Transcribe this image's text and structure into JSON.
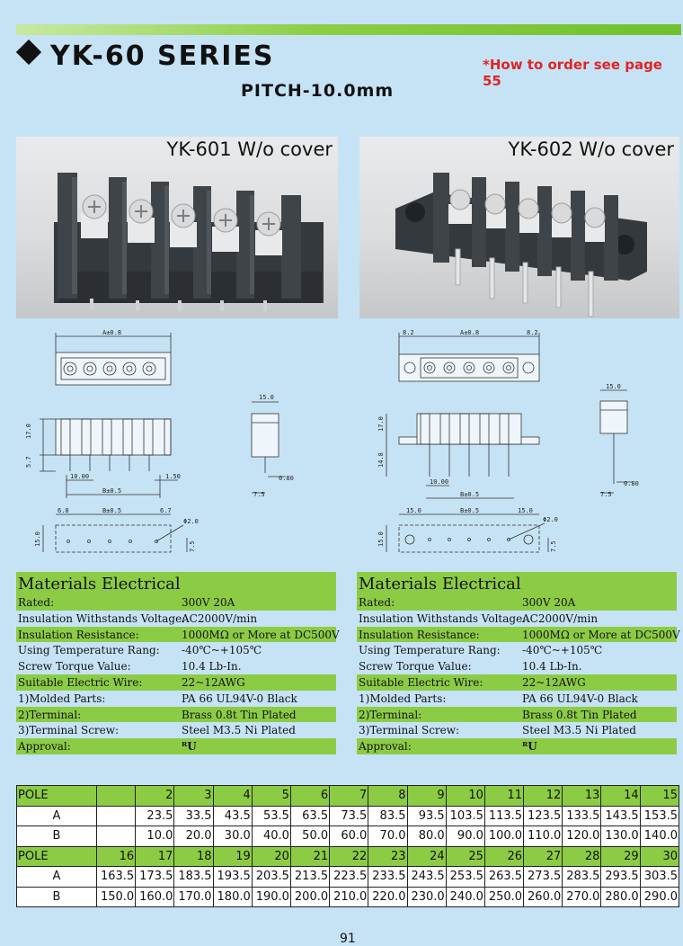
{
  "header": {
    "series_title": "YK-60 SERIES",
    "order_note": "*How to order see page 55",
    "pitch": "PITCH-10.0mm"
  },
  "photos": [
    {
      "title": "YK-601 W/o cover"
    },
    {
      "title": "YK-602 W/o cover"
    }
  ],
  "drawings": {
    "left": {
      "dim_a": "A±0.8",
      "dim_b": "B±0.5",
      "dim_h1": "17.0",
      "dim_h2": "5.7",
      "dim_pitch": "10.00",
      "dim_pin": "1.50",
      "dim_side_w": "15.0",
      "dim_side_t": "0.80",
      "dim_side_p": "7.5",
      "dim_pcb_1": "6.8",
      "dim_pcb_2": "6.7",
      "dim_pcb_h": "15.0",
      "dim_pcb_v": "7.5",
      "dim_hole": "Φ2.0"
    },
    "right": {
      "dim_a": "A±0.8",
      "dim_b": "B±0.5",
      "dim_e1": "8.2",
      "dim_e2": "8.2",
      "dim_h1": "17.0",
      "dim_h2": "14.8",
      "dim_pitch": "10.00",
      "dim_side_w": "15.0",
      "dim_side_t": "0.80",
      "dim_side_p": "7.5",
      "dim_pcb_1": "15.0",
      "dim_pcb_2": "15.0",
      "dim_pcb_h": "15.0",
      "dim_pcb_v": "7.5",
      "dim_hole": "Φ2.0"
    }
  },
  "materials": {
    "heading": "Materials Electrical",
    "rows": [
      {
        "label": "Rated:",
        "value": "300V  20A"
      },
      {
        "label": "Insulation Withstands Voltage:",
        "value": "AC2000V/min"
      },
      {
        "label": "Insulation Resistance:",
        "value": "1000MΩ  or More at DC500V"
      },
      {
        "label": "Using Temperature Rang:",
        "value": "-40℃~+105℃"
      },
      {
        "label": " Screw Torque Value:",
        "value": "10.4 Lb-In."
      },
      {
        "label": "Suitable Electric Wire:",
        "value": "22~12AWG"
      },
      {
        "label": "   1)Molded Parts:",
        "value": "PA 66 UL94V-0 Black"
      },
      {
        "label": "   2)Terminal:",
        "value": "Brass 0.8t Tin Plated"
      },
      {
        "label": "   3)Terminal Screw:",
        "value": "Steel M3.5 Ni Plated"
      },
      {
        "label": "Approval:",
        "value": "ᴿU"
      }
    ]
  },
  "dimension_table": {
    "row_labels": {
      "pole": "POLE",
      "a": "A",
      "b": "B"
    },
    "part1": {
      "poles": [
        "",
        "2",
        "3",
        "4",
        "5",
        "6",
        "7",
        "8",
        "9",
        "10",
        "11",
        "12",
        "13",
        "14",
        "15"
      ],
      "a": [
        "",
        "23.5",
        "33.5",
        "43.5",
        "53.5",
        "63.5",
        "73.5",
        "83.5",
        "93.5",
        "103.5",
        "113.5",
        "123.5",
        "133.5",
        "143.5",
        "153.5"
      ],
      "b": [
        "",
        "10.0",
        "20.0",
        "30.0",
        "40.0",
        "50.0",
        "60.0",
        "70.0",
        "80.0",
        "90.0",
        "100.0",
        "110.0",
        "120.0",
        "130.0",
        "140.0"
      ]
    },
    "part2": {
      "poles": [
        "16",
        "17",
        "18",
        "19",
        "20",
        "21",
        "22",
        "23",
        "24",
        "25",
        "26",
        "27",
        "28",
        "29",
        "30"
      ],
      "a": [
        "163.5",
        "173.5",
        "183.5",
        "193.5",
        "203.5",
        "213.5",
        "223.5",
        "233.5",
        "243.5",
        "253.5",
        "263.5",
        "273.5",
        "283.5",
        "293.5",
        "303.5"
      ],
      "b": [
        "150.0",
        "160.0",
        "170.0",
        "180.0",
        "190.0",
        "200.0",
        "210.0",
        "220.0",
        "230.0",
        "240.0",
        "250.0",
        "260.0",
        "270.0",
        "280.0",
        "290.0"
      ]
    }
  },
  "page_number": "91"
}
